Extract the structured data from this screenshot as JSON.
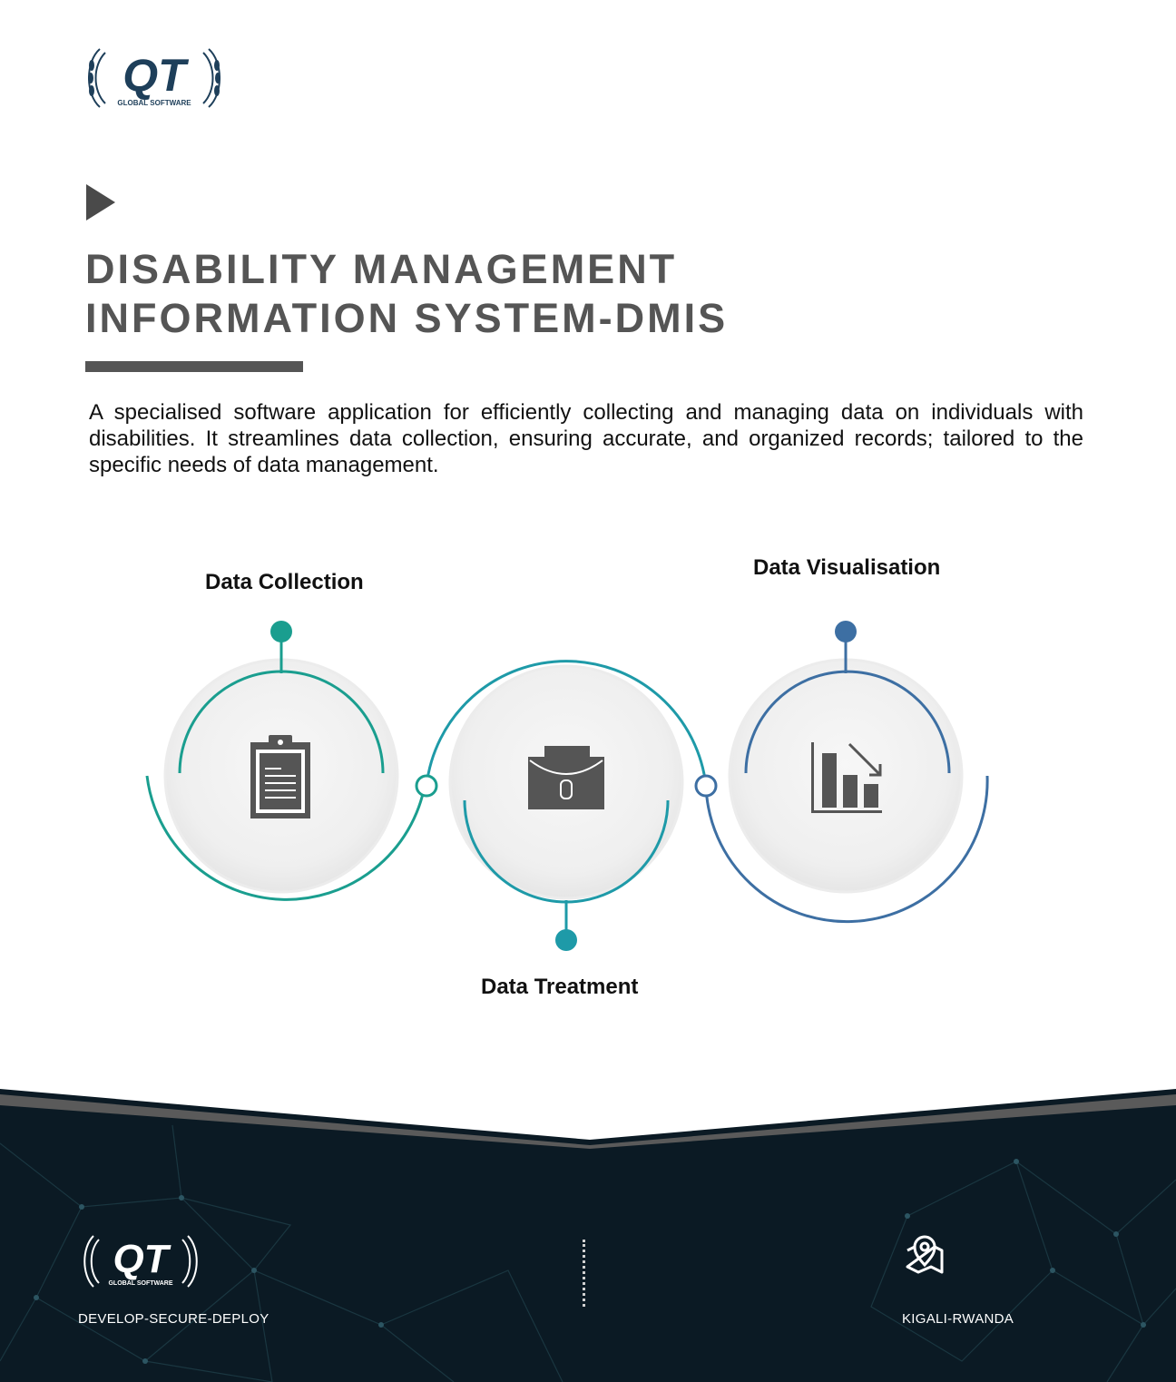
{
  "header": {
    "logo_text": "QT",
    "logo_subtext": "GLOBAL SOFTWARE",
    "title_line1": "DISABILITY MANAGEMENT",
    "title_line2": "INFORMATION SYSTEM-DMIS"
  },
  "description": "A specialised software application for efficiently collecting and managing data on individuals with disabilities. It streamlines data collection, ensuring accurate, and organized records; tailored to the specific needs of data management.",
  "steps": [
    {
      "label": "Data Collection",
      "icon": "clipboard-icon",
      "color": "#1a9e8f"
    },
    {
      "label": "Data Treatment",
      "icon": "briefcase-icon",
      "color": "#1e9aa8"
    },
    {
      "label": "Data Visualisation",
      "icon": "bar-chart-down-icon",
      "color": "#3d6fa3"
    }
  ],
  "footer": {
    "logo_text": "QT",
    "logo_subtext": "GLOBAL SOFTWARE",
    "tagline": "DEVELOP-SECURE-DEPLOY",
    "location_icon": "map-pin-icon",
    "location": "KIGALI-RWANDA"
  },
  "colors": {
    "title": "#555555",
    "brand": "#1e3f5a",
    "footer_bg": "#0b1a24",
    "teal": "#1a9e8f",
    "blue": "#3d6fa3"
  }
}
